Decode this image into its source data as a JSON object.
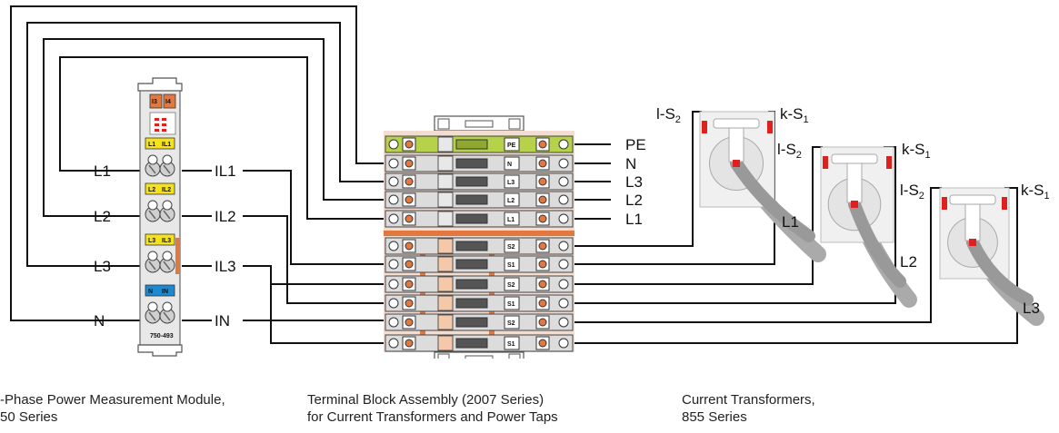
{
  "module": {
    "terminals": [
      "L1",
      "L2",
      "L3",
      "N"
    ],
    "inputs": [
      "IL1",
      "IL2",
      "IL3",
      "IN"
    ],
    "led_labels": [
      "I3",
      "I4"
    ],
    "slot_labels": [
      [
        "L1",
        "IL1"
      ],
      [
        "L2",
        "IL2"
      ],
      [
        "L3",
        "IL3"
      ],
      [
        "N",
        "IN"
      ]
    ],
    "part_number": "750-493"
  },
  "terminal_block": {
    "outputs": [
      "PE",
      "N",
      "L3",
      "L2",
      "L1"
    ],
    "tags": [
      "PE",
      "N",
      "L3",
      "L2",
      "L1",
      "S2",
      "S1",
      "S2",
      "S1",
      "S2",
      "S1"
    ]
  },
  "transformers": [
    {
      "phase": "L1",
      "left": "l-S",
      "right": "k-S",
      "sub": "2",
      "sub_right": "1"
    },
    {
      "phase": "L2",
      "left": "l-S",
      "right": "k-S",
      "sub": "2",
      "sub_right": "1"
    },
    {
      "phase": "L3",
      "left": "l-S",
      "right": "k-S",
      "sub": "2",
      "sub_right": "1"
    }
  ],
  "captions": {
    "module_line1": "-Phase Power Measurement Module,",
    "module_line2": "50 Series",
    "block_line1": "Terminal Block Assembly (2007 Series)",
    "block_line2": "for Current Transformers and Power Taps",
    "ct_line1": "Current Transformers,",
    "ct_line2": "855 Series"
  },
  "colors": {
    "wire": "#111111",
    "accent_orange": "#e07840",
    "pe_green": "#b6d24a",
    "slot_yellow": "#f5e21a",
    "slot_blue": "#1a8ad2",
    "ct_red": "#e0201e"
  }
}
